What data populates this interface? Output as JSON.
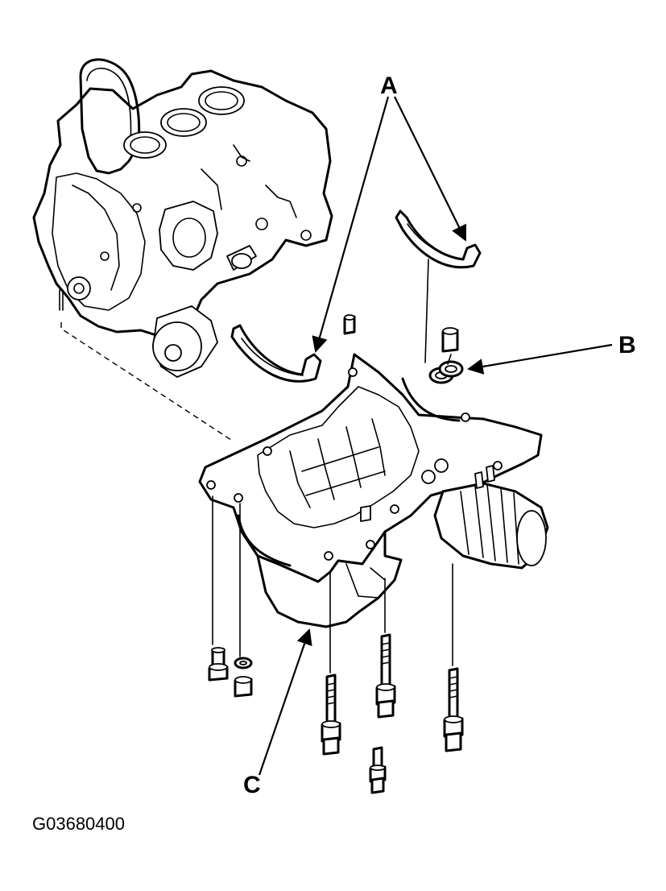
{
  "callouts": {
    "a": "A",
    "b": "B",
    "c": "C"
  },
  "figure_id": "G03680400"
}
